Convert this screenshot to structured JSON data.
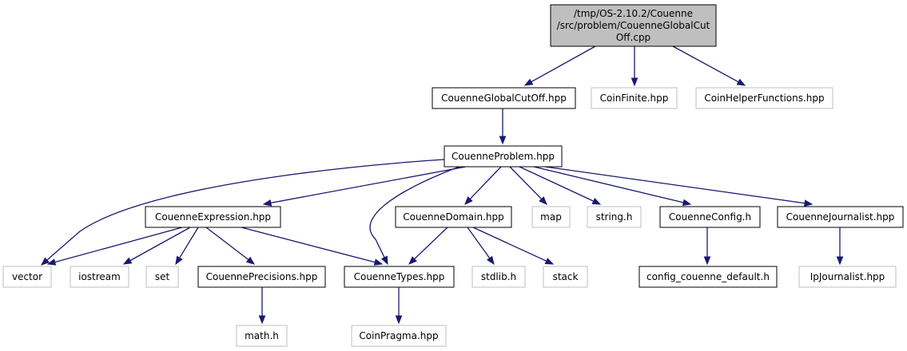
{
  "colors": {
    "edge": "#191970",
    "root_fill": "#bfbfbf",
    "root_stroke": "#000000",
    "documented_stroke": "#000000",
    "external_stroke": "#bfbfbf",
    "text": "#000000"
  },
  "nodes": [
    {
      "id": "root",
      "kind": "root",
      "lines": [
        "/tmp/OS-2.10.2/Couenne",
        "/src/problem/CouenneGlobalCut",
        "Off.cpp"
      ]
    },
    {
      "id": "globalcutoff_hpp",
      "kind": "documented",
      "lines": [
        "CouenneGlobalCutOff.hpp"
      ]
    },
    {
      "id": "coinfinite",
      "kind": "external",
      "lines": [
        "CoinFinite.hpp"
      ]
    },
    {
      "id": "coinhelper",
      "kind": "external",
      "lines": [
        "CoinHelperFunctions.hpp"
      ]
    },
    {
      "id": "problem",
      "kind": "documented",
      "lines": [
        "CouenneProblem.hpp"
      ]
    },
    {
      "id": "expression",
      "kind": "documented",
      "lines": [
        "CouenneExpression.hpp"
      ]
    },
    {
      "id": "domain",
      "kind": "documented",
      "lines": [
        "CouenneDomain.hpp"
      ]
    },
    {
      "id": "map",
      "kind": "external",
      "lines": [
        "map"
      ]
    },
    {
      "id": "string_h",
      "kind": "external",
      "lines": [
        "string.h"
      ]
    },
    {
      "id": "config",
      "kind": "documented",
      "lines": [
        "CouenneConfig.h"
      ]
    },
    {
      "id": "journalist",
      "kind": "documented",
      "lines": [
        "CouenneJournalist.hpp"
      ]
    },
    {
      "id": "vector",
      "kind": "external",
      "lines": [
        "vector"
      ]
    },
    {
      "id": "iostream",
      "kind": "external",
      "lines": [
        "iostream"
      ]
    },
    {
      "id": "set",
      "kind": "external",
      "lines": [
        "set"
      ]
    },
    {
      "id": "precisions",
      "kind": "documented",
      "lines": [
        "CouennePrecisions.hpp"
      ]
    },
    {
      "id": "types",
      "kind": "documented",
      "lines": [
        "CouenneTypes.hpp"
      ]
    },
    {
      "id": "stdlib_h",
      "kind": "external",
      "lines": [
        "stdlib.h"
      ]
    },
    {
      "id": "stack",
      "kind": "external",
      "lines": [
        "stack"
      ]
    },
    {
      "id": "config_default",
      "kind": "documented",
      "lines": [
        "config_couenne_default.h"
      ]
    },
    {
      "id": "ipjournalist",
      "kind": "external",
      "lines": [
        "IpJournalist.hpp"
      ]
    },
    {
      "id": "math_h",
      "kind": "external",
      "lines": [
        "math.h"
      ]
    },
    {
      "id": "coinpragma",
      "kind": "external",
      "lines": [
        "CoinPragma.hpp"
      ]
    }
  ],
  "edges": [
    {
      "from": "root",
      "to": "globalcutoff_hpp"
    },
    {
      "from": "root",
      "to": "coinfinite"
    },
    {
      "from": "root",
      "to": "coinhelper"
    },
    {
      "from": "globalcutoff_hpp",
      "to": "problem"
    },
    {
      "from": "problem",
      "to": "vector"
    },
    {
      "from": "problem",
      "to": "expression"
    },
    {
      "from": "problem",
      "to": "types"
    },
    {
      "from": "problem",
      "to": "domain"
    },
    {
      "from": "problem",
      "to": "map"
    },
    {
      "from": "problem",
      "to": "string_h"
    },
    {
      "from": "problem",
      "to": "config"
    },
    {
      "from": "problem",
      "to": "journalist"
    },
    {
      "from": "expression",
      "to": "vector"
    },
    {
      "from": "expression",
      "to": "iostream"
    },
    {
      "from": "expression",
      "to": "set"
    },
    {
      "from": "expression",
      "to": "precisions"
    },
    {
      "from": "expression",
      "to": "types"
    },
    {
      "from": "domain",
      "to": "types"
    },
    {
      "from": "domain",
      "to": "stdlib_h"
    },
    {
      "from": "domain",
      "to": "stack"
    },
    {
      "from": "config",
      "to": "config_default"
    },
    {
      "from": "journalist",
      "to": "ipjournalist"
    },
    {
      "from": "precisions",
      "to": "math_h"
    },
    {
      "from": "types",
      "to": "coinpragma"
    }
  ]
}
